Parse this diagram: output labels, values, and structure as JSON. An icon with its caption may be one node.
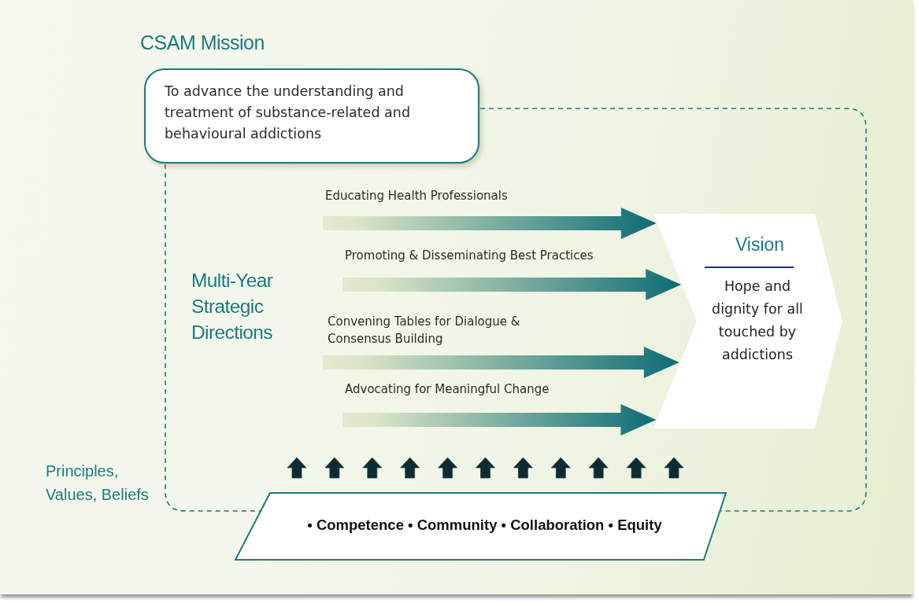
{
  "diagram": {
    "nodes": [
      {
        "text": [
          "CSAM Mission",
          "To advance the understanding and treatment of substance-related and behavioural addictions"
        ]
      },
      {
        "text": [
          "Vision",
          "Hope and dignity for all touched by addictions"
        ]
      },
      {
        "text": [
          "• Competence • Community • Collaboration • Equity"
        ]
      }
    ],
    "edges": [
      {
        "from": null,
        "to": 1,
        "arrow": "to",
        "style": "thick",
        "label": "Educating Health Professionals"
      },
      {
        "from": null,
        "to": 1,
        "arrow": "to",
        "style": "thick",
        "label": "Promoting & Disseminating Best Practices"
      },
      {
        "from": null,
        "to": 1,
        "arrow": "to",
        "style": "thick",
        "label": "Convening Tables for Dialogue & Consensus Building"
      },
      {
        "from": null,
        "to": 1,
        "arrow": "to",
        "style": "thick",
        "label": "Advocating for Meaningful Change"
      },
      {
        "from": 0,
        "to": 2,
        "arrow": "none",
        "style": "dashed"
      },
      {
        "from": 0,
        "to": 2,
        "arrow": "none",
        "style": "dashed"
      }
    ],
    "labels": [
      "Multi-Year Strategic Directions",
      "Principles, Values, Beliefs"
    ]
  }
}
